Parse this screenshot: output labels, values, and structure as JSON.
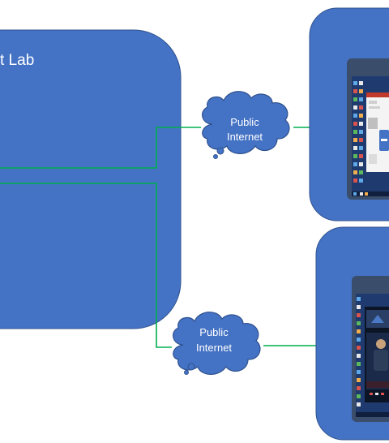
{
  "lab": {
    "title": "t Lab"
  },
  "clouds": [
    {
      "line1": "Public",
      "line2": "Internet"
    },
    {
      "line1": "Public",
      "line2": "Internet"
    }
  ],
  "colors": {
    "box_fill": "#4472C4",
    "box_stroke": "#2F528F",
    "link_line": "#00B050",
    "screen_frame": "#3A4D6B",
    "desktop_bg": "#1E3A6E"
  },
  "remote_screens": [
    {
      "content": "desktop-with-open-window"
    },
    {
      "content": "desktop-with-video-call"
    }
  ]
}
